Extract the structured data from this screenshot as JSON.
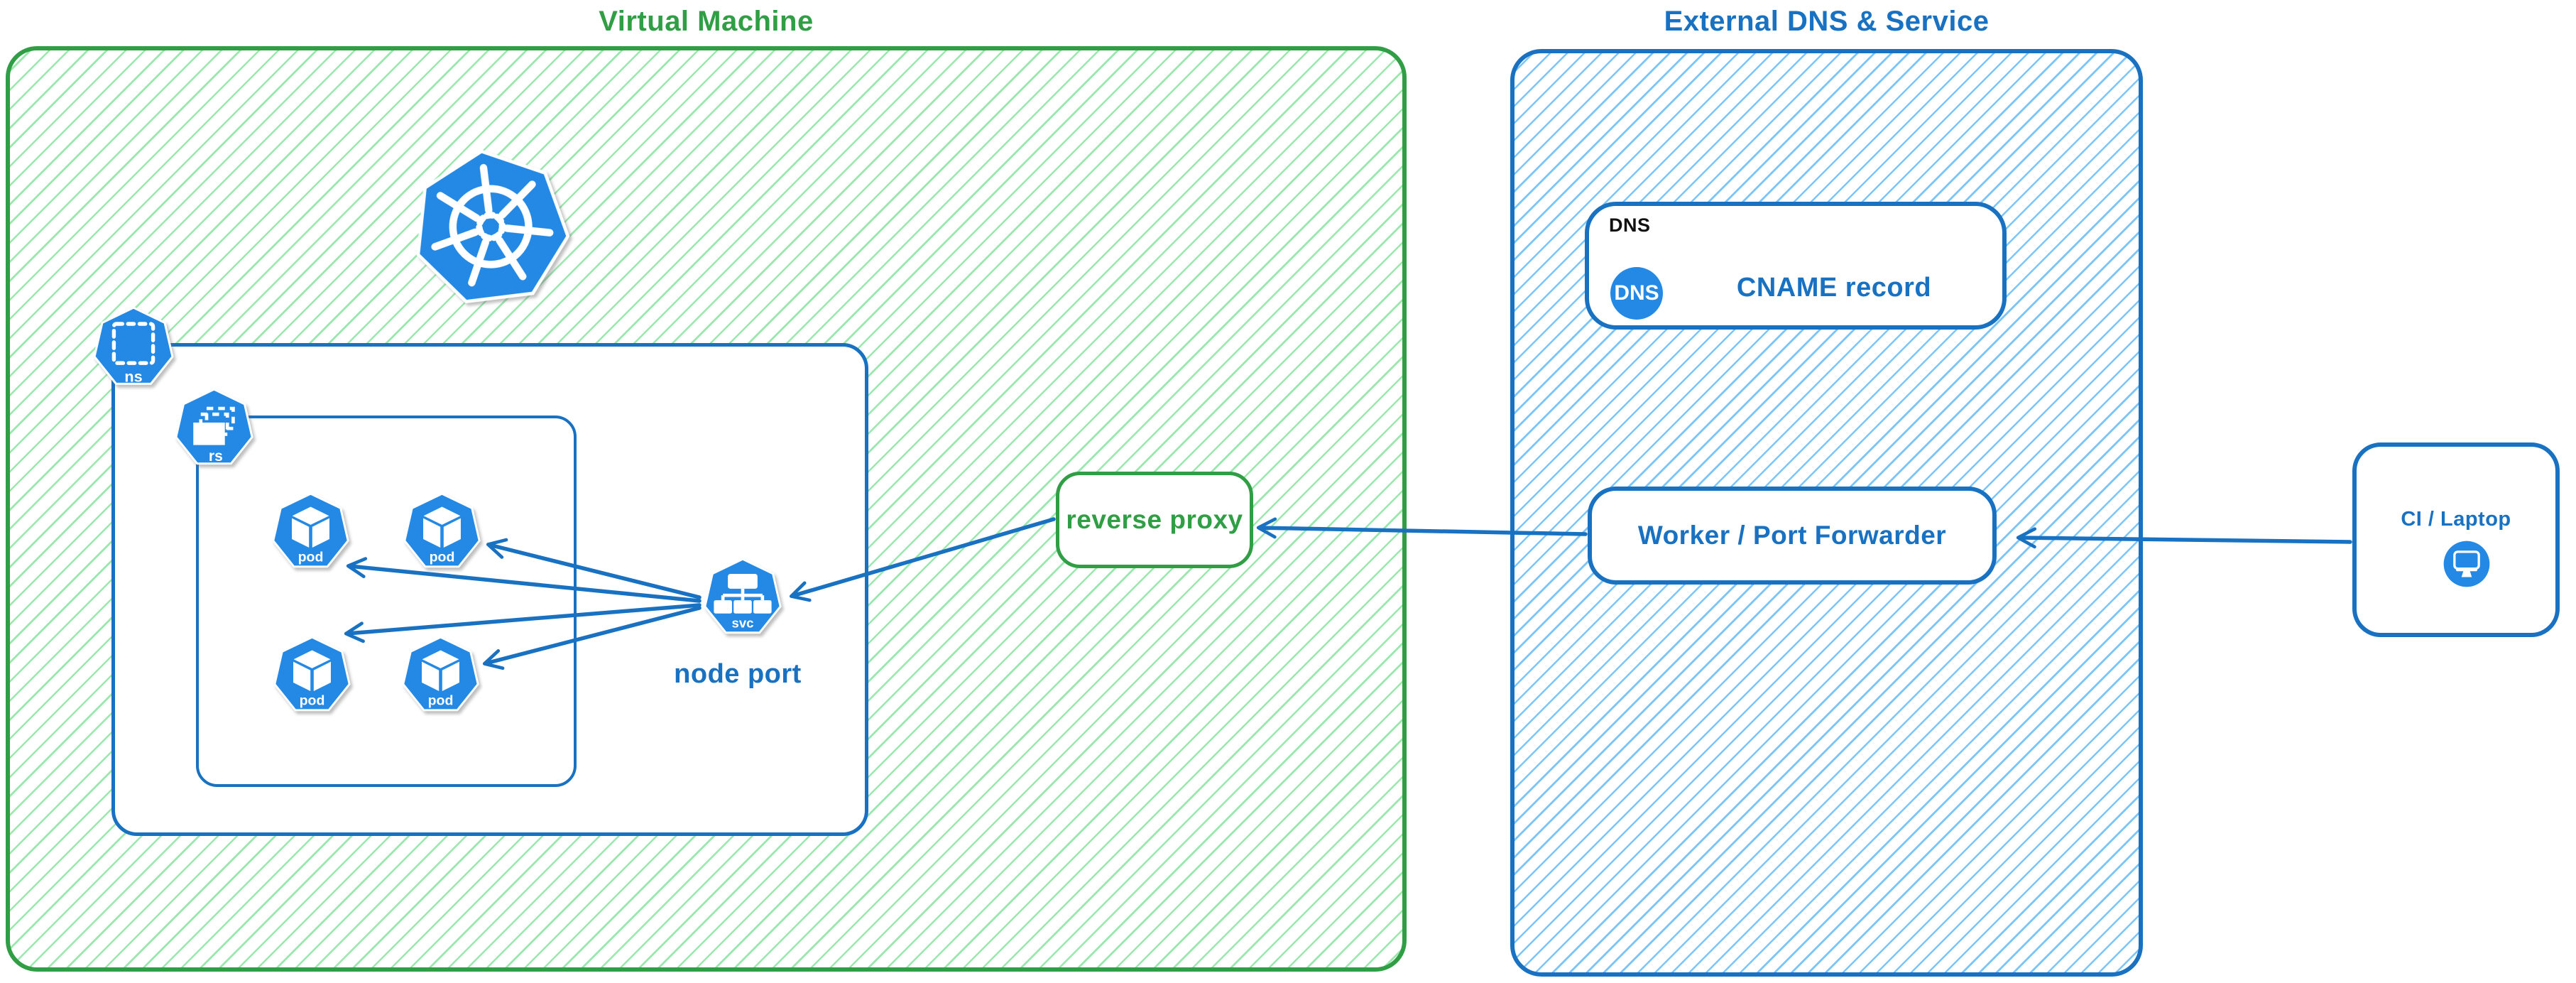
{
  "vm": {
    "title": "Virtual Machine",
    "namespace_badge": "ns",
    "replicaset_badge": "rs",
    "pod_label": "pod",
    "service_badge": "svc",
    "service_caption": "node port",
    "reverse_proxy_label": "reverse proxy"
  },
  "external": {
    "title": "External DNS & Service",
    "dns_tag": "DNS",
    "dns_badge": "DNS",
    "cname_label": "CNAME record",
    "worker_label": "Worker / Port Forwarder"
  },
  "client": {
    "label": "CI / Laptop"
  },
  "colors": {
    "stroke_blue": "#1971c2",
    "icon_blue": "#2389e5",
    "stroke_green": "#2f9e44",
    "hatch_green": "#9ae8ae",
    "hatch_blue": "#7cc5fa",
    "dns_tag_black": "#111111"
  }
}
